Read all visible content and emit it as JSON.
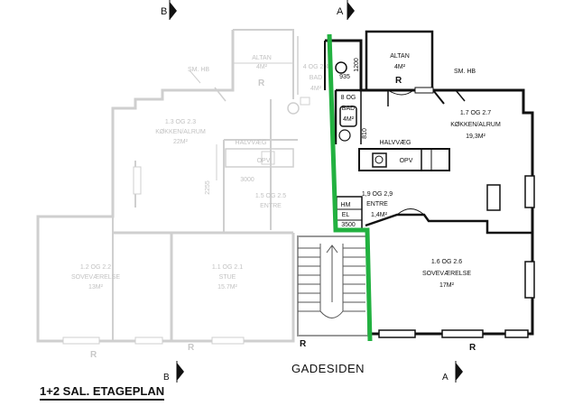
{
  "title": "1+2 SAL. ETAGEPLAN",
  "street": "GADESIDEN",
  "colors": {
    "divider": "#22b140",
    "wall_dark": "#111111",
    "wall_faded": "#cfcfcf"
  },
  "section_markers": {
    "a_top": "A",
    "b_top": "B",
    "a_bottom": "A",
    "b_bottom": "B"
  },
  "r_marks": [
    "R",
    "R",
    "R",
    "R",
    "R",
    "R"
  ],
  "rooms_faded": {
    "altan": {
      "name": "ALTAN",
      "area": "4M²"
    },
    "sm_hb": "SM. HB",
    "bad": {
      "name": "4 OG 2.4",
      "sub": "BAD",
      "area": "4M²"
    },
    "kitchen": {
      "name": "1.3 OG 2.3",
      "sub": "KØKKEN/ALRUM",
      "area": "22M²"
    },
    "halvvaeg": "HALVVÆG",
    "opv": "OPV",
    "dim_2255": "2255",
    "dim_3000": "3000",
    "entre": {
      "name": "1.5 OG 2.5",
      "sub": "ENTRE"
    },
    "bedroom": {
      "name": "1.2 OG 2.2",
      "sub": "SOVEVÆRELSE",
      "area": "13M²"
    },
    "stue": {
      "name": "1.1 OG 2.1",
      "sub": "STUE",
      "area": "15.7M²"
    }
  },
  "rooms": {
    "altan": {
      "name": "ALTAN",
      "area": "4M²"
    },
    "sm_hb": "SM.  HB",
    "dim_1200": "1200",
    "dim_935": "935",
    "bad": {
      "name": "8 OG",
      "sub": "BAD",
      "area": "4M²"
    },
    "dim_810": "810",
    "kitchen": {
      "name": "1.7 OG 2.7",
      "sub": "KØKKEN/ALRUM",
      "area": "19,3M²"
    },
    "halvvaeg": "HALVVÆG",
    "opv": "OPV",
    "entre": {
      "name": "1,9 OG 2,9",
      "sub": "ENTRE",
      "area": "1,4M²"
    },
    "hm": "HM",
    "el": "EL",
    "dim_3500": "3500",
    "bedroom": {
      "name": "1.6 OG 2.6",
      "sub": "SOVEVÆRELSE",
      "area": "17M²"
    }
  }
}
